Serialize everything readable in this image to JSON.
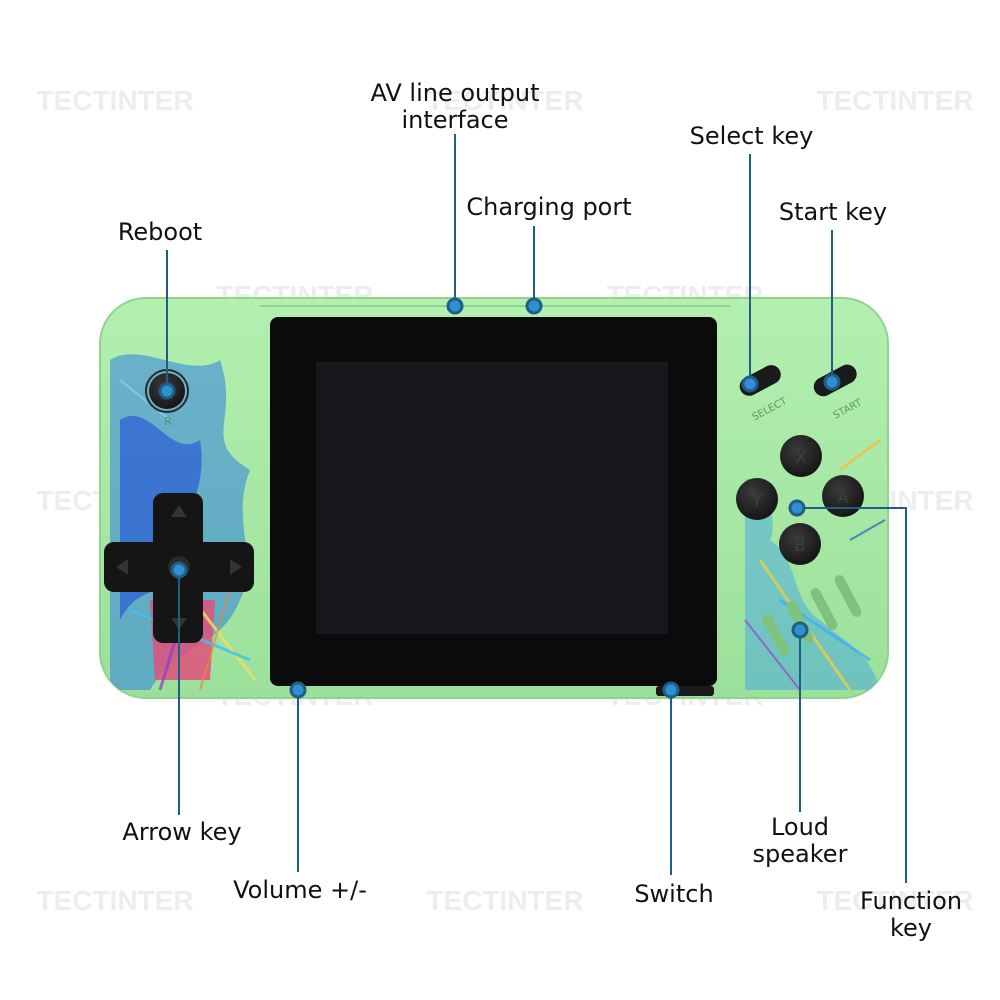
{
  "watermark": "TECTINTER",
  "colors": {
    "body": "#a6eaa4",
    "body_edge": "#8fd48e",
    "screen_bezel": "#0b0b0b",
    "screen": "#17181d",
    "button": "#1c1c1c",
    "callout_line": "#1f5f86",
    "callout_dot": "#2f8fd0",
    "label_text": "#111111"
  },
  "device": {
    "button_letters": {
      "x": "X",
      "y": "Y",
      "a": "A",
      "b": "B"
    },
    "select_text": "SELECT",
    "start_text": "START",
    "reboot_text": "R"
  },
  "callouts": {
    "av_output": {
      "lines": [
        "AV line output",
        "interface"
      ]
    },
    "charging_port": {
      "lines": [
        "Charging port"
      ]
    },
    "select_key": {
      "lines": [
        "Select key"
      ]
    },
    "start_key": {
      "lines": [
        "Start key"
      ]
    },
    "reboot": {
      "lines": [
        "Reboot"
      ]
    },
    "arrow_key": {
      "lines": [
        "Arrow key"
      ]
    },
    "volume": {
      "lines": [
        "Volume +/-"
      ]
    },
    "switch": {
      "lines": [
        "Switch"
      ]
    },
    "loud_speaker": {
      "lines": [
        "Loud",
        "speaker"
      ]
    },
    "function_key": {
      "lines": [
        "Function",
        "key"
      ]
    }
  }
}
